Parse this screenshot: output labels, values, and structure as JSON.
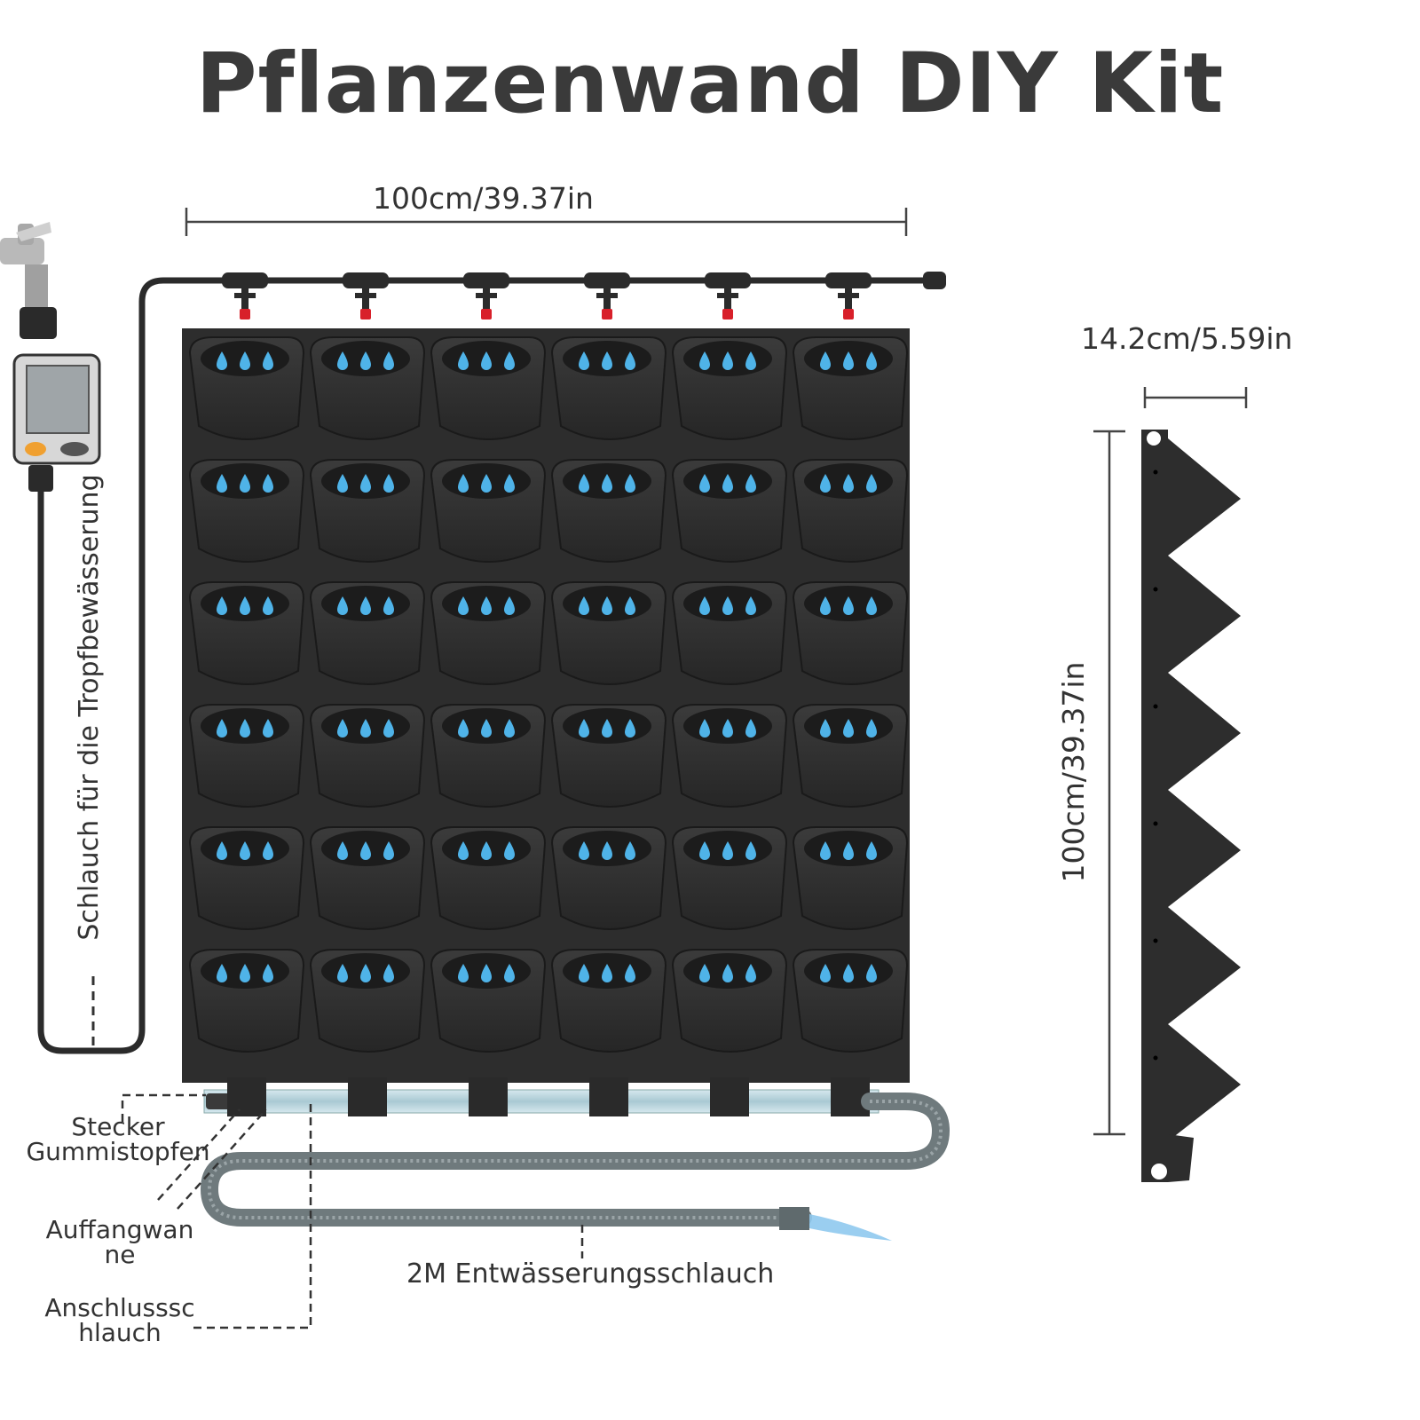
{
  "title": "Pflanzenwand DIY Kit",
  "dimensions": {
    "wall_width": "100cm/39.37in",
    "module_width": "14.2cm/5.59in",
    "module_height": "100cm/39.37in"
  },
  "labels": {
    "drip_hose": "Schlauch für die Tropfbewässerung",
    "plug_line1": "Stecker",
    "plug_line2": "Gummistopfen",
    "tray_line1": "Auffangwan",
    "tray_line2": "ne",
    "connector_line1": "Anschlusssc",
    "connector_line2": "hlauch",
    "drain_hose": "2M Entwässerungsschlauch"
  },
  "grid": {
    "rows": 6,
    "columns": 6
  },
  "colors": {
    "title": "#3a3a3a",
    "planter": "#2f2f2f",
    "planter_dark": "#1f1f1f",
    "water_drop": "#4fb3e8",
    "drip_valve": "#d8202a",
    "drain_hose": "#6f7a7d",
    "collector_pipe": "#b8d6de"
  },
  "icons": {
    "faucet": "faucet-icon",
    "timer": "water-timer-icon",
    "drop": "water-drop-icon"
  }
}
